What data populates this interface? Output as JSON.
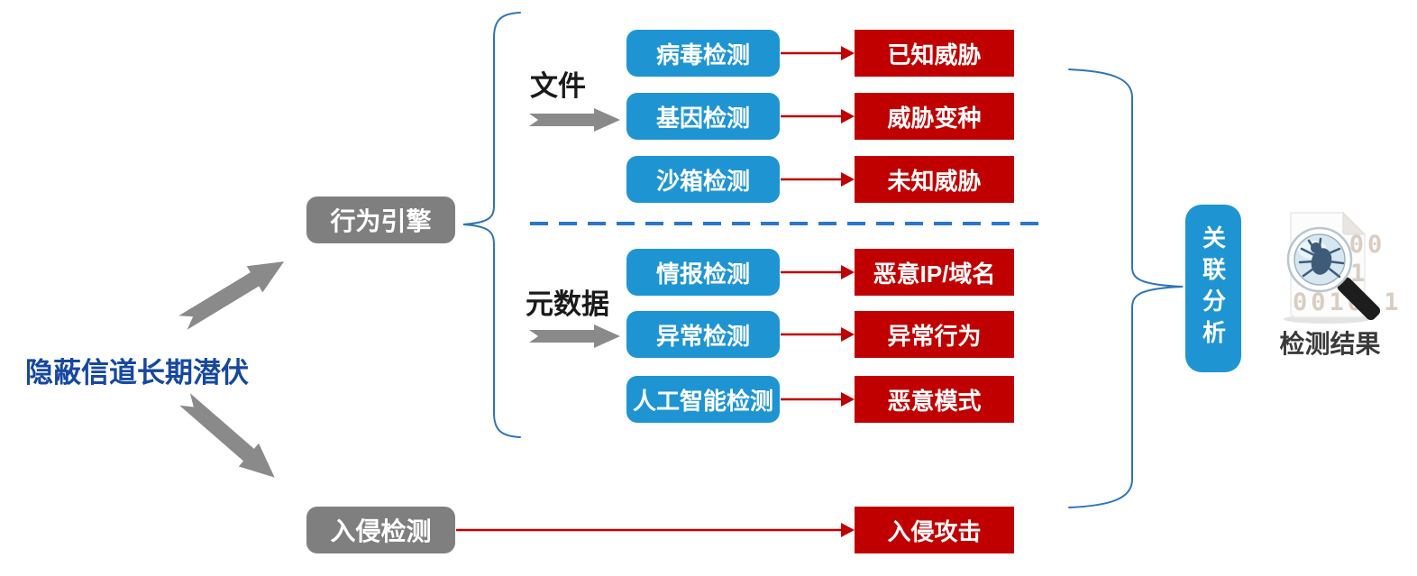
{
  "title": "隐蔽信道长期潜伏",
  "behavior_engine": {
    "label": "行为引擎"
  },
  "intrusion_engine": {
    "label": "入侵检测"
  },
  "file_group": {
    "input_label": "文件",
    "rows": [
      {
        "detector": "病毒检测",
        "result": "已知威胁"
      },
      {
        "detector": "基因检测",
        "result": "威胁变种"
      },
      {
        "detector": "沙箱检测",
        "result": "未知威胁"
      }
    ]
  },
  "metadata_group": {
    "input_label": "元数据",
    "rows": [
      {
        "detector": "情报检测",
        "result": "恶意IP/域名"
      },
      {
        "detector": "异常检测",
        "result": "异常行为"
      },
      {
        "detector": "人工智能检测",
        "result": "恶意模式"
      }
    ]
  },
  "intrusion_result": "入侵攻击",
  "correlation": {
    "label": "关联分析"
  },
  "output": {
    "label": "检测结果",
    "icon": "document-bug-magnifier-icon",
    "binary_rows": [
      "01 00",
      "1",
      "0010 1"
    ]
  },
  "colors": {
    "box-blue": "#1e95d2",
    "box-red": "#c00000",
    "box-gray": "#7f7f7f",
    "line-blue": "#2e75b6",
    "dashed-blue": "#2b76cc",
    "arrow-gray": "#8a8a8a",
    "title-blue": "#1648a0",
    "result-text": "#3a3a3a"
  }
}
